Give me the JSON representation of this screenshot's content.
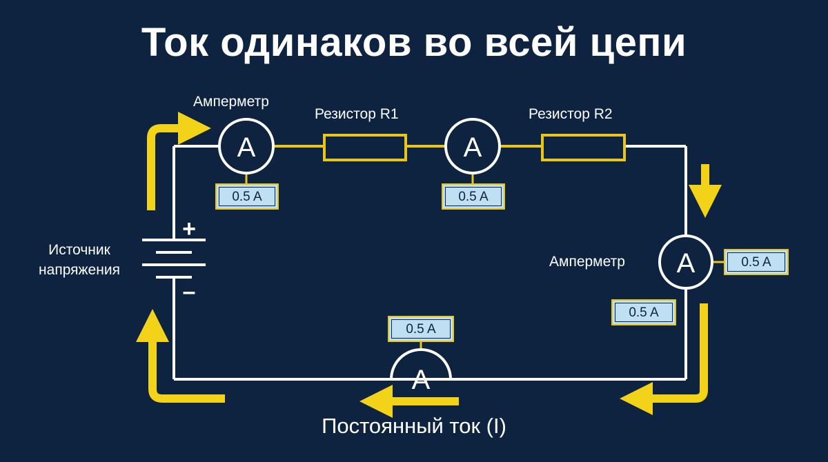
{
  "title": "Ток одинаков во всей цепи",
  "labels": {
    "ammeter_top": "Амперметр",
    "ammeter_right": "Амперметр",
    "resistor_r1": "Резистор R1",
    "resistor_r2": "Резистор R2",
    "source_line1": "Источник",
    "source_line2": "напряжения",
    "footer": "Постоянный ток (I)"
  },
  "ammeter_symbol": "A",
  "polarity": {
    "plus": "+",
    "minus": "–"
  },
  "readings": {
    "ammeter1": "0.5 A",
    "ammeter2": "0.5 A",
    "ammeter3": "0.5 A",
    "right_wire": "0.5 A",
    "ammeter4": "0.5 A"
  },
  "colors": {
    "background": "#0d2340",
    "wire": "#ffffff",
    "arrow": "#f3d21a",
    "resistor": "#e8c61a",
    "reading_fill": "#bfe0f2"
  }
}
